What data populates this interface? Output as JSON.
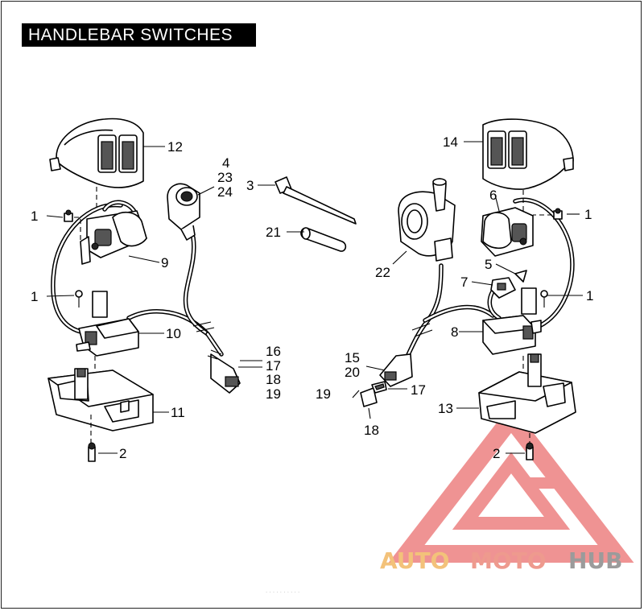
{
  "title": "HANDLEBAR SWITCHES",
  "watermark": {
    "word_1": "AUTO",
    "word_2": "MOTO",
    "word_3": "HUB",
    "colors": {
      "auto": "#f3c27a",
      "moto": "#ee9a8e",
      "hub": "#9b9b9b",
      "triangle": "#e33b3b"
    }
  },
  "callouts": {
    "c1a": "1",
    "c1b": "1",
    "c1c": "1",
    "c1d": "1",
    "c2a": "2",
    "c2b": "2",
    "c3": "3",
    "c4": "4",
    "c23": "23",
    "c24": "24",
    "c5": "5",
    "c6": "6",
    "c7": "7",
    "c8": "8",
    "c9": "9",
    "c10": "10",
    "c11": "11",
    "c12": "12",
    "c13": "13",
    "c14": "14",
    "c15": "15",
    "c20": "20",
    "c16": "16",
    "c17a": "17",
    "c18a": "18",
    "c19a": "19",
    "c17b": "17",
    "c18b": "18",
    "c19b": "19",
    "c21": "21",
    "c22": "22"
  }
}
